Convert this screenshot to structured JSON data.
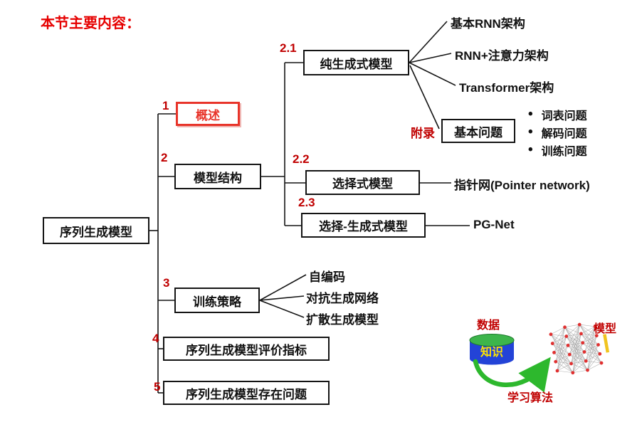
{
  "title": "本节主要内容：",
  "tree": {
    "root": "序列生成模型",
    "level1": [
      {
        "num": "1",
        "label": "概述"
      },
      {
        "num": "2",
        "label": "模型结构"
      },
      {
        "num": "3",
        "label": "训练策略"
      },
      {
        "num": "4",
        "label": "序列生成模型评价指标"
      },
      {
        "num": "5",
        "label": "序列生成模型存在问题"
      }
    ],
    "level2": [
      {
        "num": "2.1",
        "label": "纯生成式模型"
      },
      {
        "num": "2.2",
        "label": "选择式模型"
      },
      {
        "num": "2.3",
        "label": "选择-生成式模型"
      }
    ],
    "pure_children": [
      "基本RNN架构",
      "RNN+注意力架构",
      "Transformer架构"
    ],
    "appendix": {
      "tag": "附录",
      "label": "基本问题",
      "items": [
        "词表问题",
        "解码问题",
        "训练问题"
      ]
    },
    "selective_child": "指针网(Pointer network)",
    "select_gen_child": "PG-Net",
    "training_children": [
      "自编码",
      "对抗生成网络",
      "扩散生成模型"
    ]
  },
  "illustration": {
    "data_label": "数据",
    "knowledge_label": "知识",
    "model_label": "模型",
    "algorithm_label": "学习算法"
  },
  "colors": {
    "accent_red": "#c00000",
    "title_red": "#e60000",
    "highlight_red": "#e8342a",
    "line_color": "#141414",
    "arrow_green": "#2db82d",
    "cylinder_blue": "#2343d7",
    "cylinder_top_green": "#3db54b",
    "knowledge_yellow": "#ffe400",
    "nn_node_red": "#e03030",
    "nn_edge_gray": "#9a9a9a",
    "yellow_bar": "#f0c420"
  }
}
